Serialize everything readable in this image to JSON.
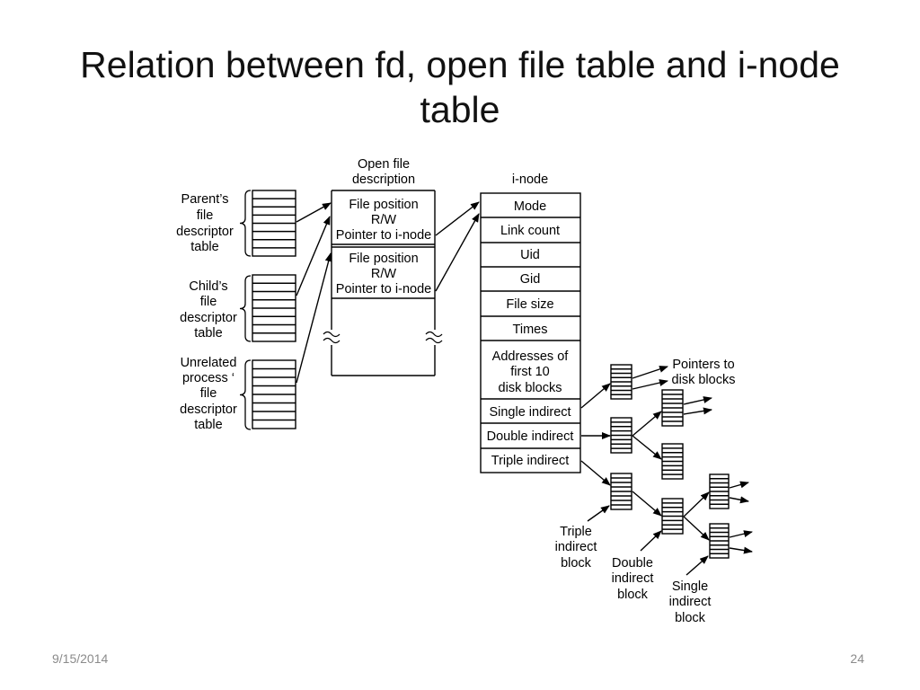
{
  "slide": {
    "title": "Relation between fd, open file table and i-node table",
    "date": "9/15/2014",
    "page_number": "24"
  },
  "diagram": {
    "fd_tables": [
      {
        "label": [
          "Parent’s",
          "file",
          "descriptor",
          "table"
        ]
      },
      {
        "label": [
          "Child’s",
          "file",
          "descriptor",
          "table"
        ]
      },
      {
        "label": [
          "Unrelated",
          "process ‘",
          "file",
          "descriptor",
          "table"
        ]
      }
    ],
    "open_file_description": {
      "header": [
        "Open file",
        "description"
      ],
      "entries": [
        {
          "lines": [
            "File position",
            "R/W",
            "Pointer to i-node"
          ]
        },
        {
          "lines": [
            "File position",
            "R/W",
            "Pointer to i-node"
          ]
        }
      ]
    },
    "inode": {
      "header": "i-node",
      "fields": [
        {
          "lines": [
            "Mode"
          ]
        },
        {
          "lines": [
            "Link count"
          ]
        },
        {
          "lines": [
            "Uid"
          ]
        },
        {
          "lines": [
            "Gid"
          ]
        },
        {
          "lines": [
            "File size"
          ]
        },
        {
          "lines": [
            "Times"
          ]
        },
        {
          "lines": [
            "Addresses of",
            "first 10",
            "disk blocks"
          ]
        },
        {
          "lines": [
            "Single indirect"
          ]
        },
        {
          "lines": [
            "Double indirect"
          ]
        },
        {
          "lines": [
            "Triple indirect"
          ]
        }
      ]
    },
    "disk_block_pointers_label": [
      "Pointers to",
      "disk blocks"
    ],
    "block_labels": {
      "triple": [
        "Triple",
        "indirect",
        "block"
      ],
      "double": [
        "Double",
        "indirect",
        "block"
      ],
      "single": [
        "Single",
        "indirect",
        "block"
      ]
    },
    "colors": {
      "ink": "#000000",
      "title": "#111111",
      "footer": "#8b8b8b",
      "background": "#ffffff"
    }
  }
}
